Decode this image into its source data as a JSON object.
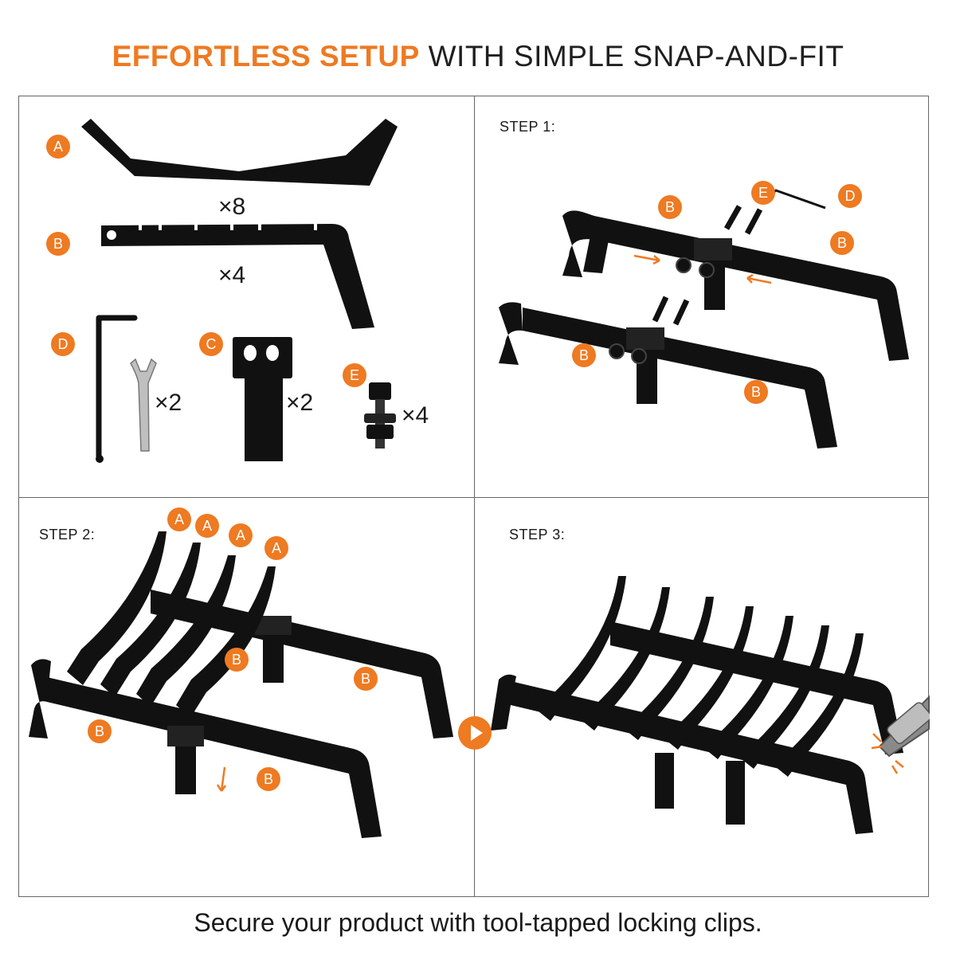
{
  "header": {
    "highlight": "EFFORTLESS SETUP",
    "rest": " WITH SIMPLE SNAP-AND-FIT"
  },
  "parts_panel": {
    "labels": {
      "a": "A",
      "b": "B",
      "c": "C",
      "d": "D",
      "e": "E"
    },
    "quantities": {
      "a": "×8",
      "b": "×4",
      "d": "×2",
      "c": "×2",
      "e": "×4"
    }
  },
  "step1": {
    "title": "STEP 1:",
    "labels": [
      "E",
      "D",
      "B",
      "B",
      "B",
      "B"
    ]
  },
  "step2": {
    "title": "STEP 2:",
    "labels": [
      "A",
      "A",
      "A",
      "A",
      "B",
      "B",
      "B",
      "B"
    ]
  },
  "step3": {
    "title": "STEP 3:"
  },
  "caption": "Secure your product with tool-tapped locking clips.",
  "colors": {
    "accent": "#ee7a22",
    "metal": "#111111"
  }
}
